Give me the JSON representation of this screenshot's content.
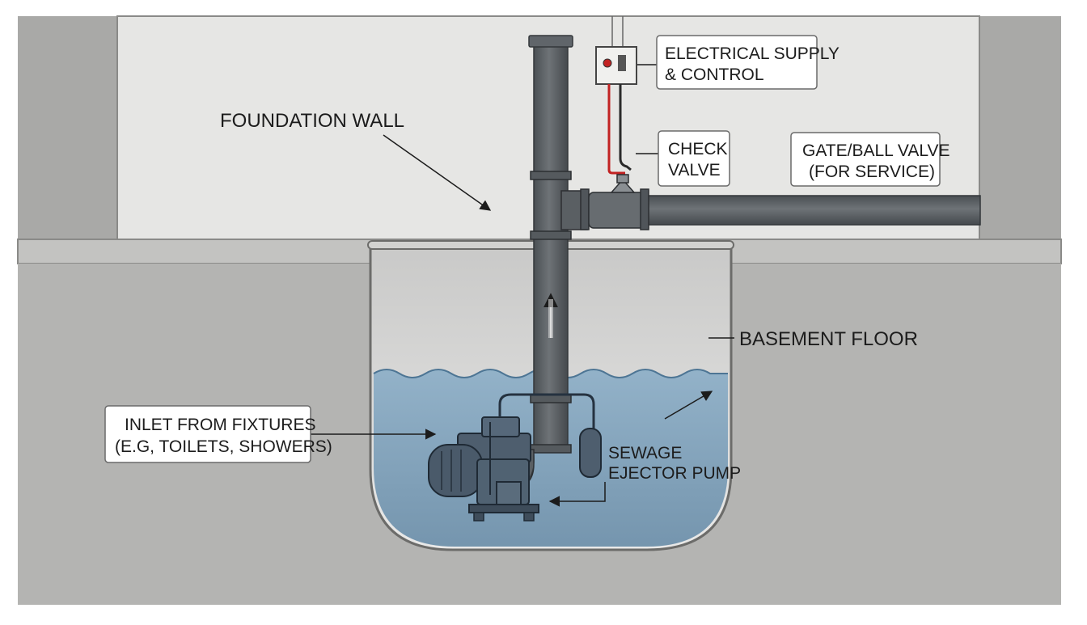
{
  "labels": {
    "foundation_wall": "FOUNDATION WALL",
    "electrical_1": "ELECTRICAL SUPPLY",
    "electrical_2": "& CONTROL",
    "check_1": "CHECK",
    "check_2": "VALVE",
    "gate_1": "GATE/BALL VALVE",
    "gate_2": "(FOR SERVICE)",
    "basement_floor": "BASEMENT FLOOR",
    "inlet_1": "INLET FROM FIXTURES",
    "inlet_2": "(E.G, TOILETS, SHOWERS)",
    "pump_1": "SEWAGE",
    "pump_2": "EJECTOR PUMP"
  },
  "colors": {
    "wall": "#e6e6e4",
    "floor": "#b6b6b4",
    "water": "#7f9fb8",
    "pipe": "#5a5f63",
    "pump": "#4e5e6e",
    "wire_red": "#c22222",
    "wire_black": "#2a2a2a"
  }
}
